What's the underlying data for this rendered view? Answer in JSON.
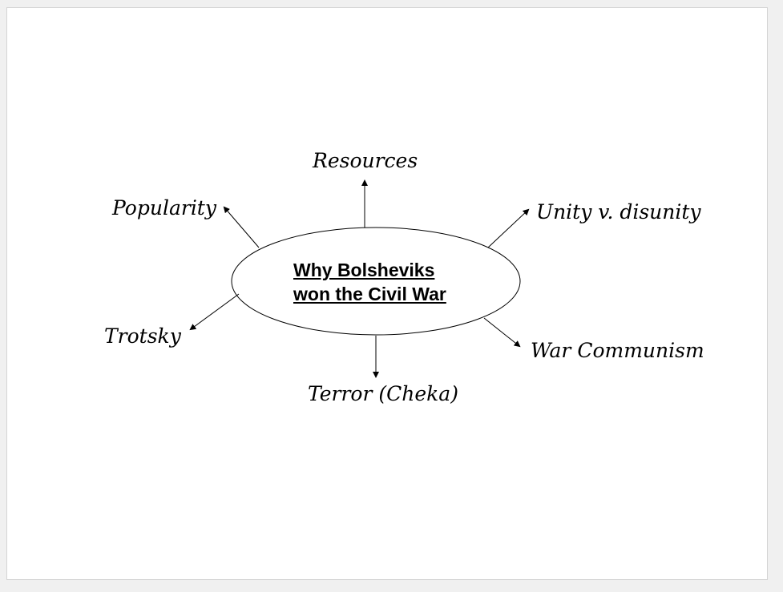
{
  "center": {
    "line1": "Why Bolsheviks",
    "line2": "won the Civil War"
  },
  "branches": {
    "resources": "Resources",
    "popularity": "Popularity",
    "unity": "Unity v. disunity",
    "trotsky": "Trotsky",
    "war_communism": "War Communism",
    "terror": "Terror (Cheka)"
  },
  "colors": {
    "background": "#f0f0f0",
    "slide": "#ffffff",
    "ink": "#000000"
  }
}
